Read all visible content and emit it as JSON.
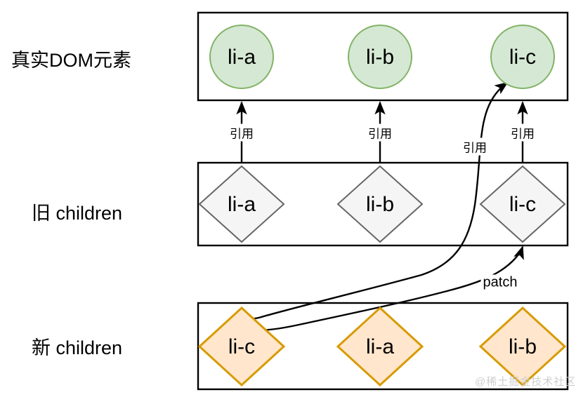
{
  "diagram": {
    "title_hidden": "Virtual DOM diff children comparison",
    "colors": {
      "real_dom_fill": "#d5e8d4",
      "real_dom_stroke": "#82b366",
      "old_children_fill": "#f5f5f5",
      "old_children_stroke": "#666666",
      "new_children_fill": "#ffe6cc",
      "new_children_stroke": "#d79b00",
      "container_stroke": "#000000",
      "edge_stroke": "#000000",
      "text": "#000000",
      "watermark": "#cfcfcf"
    },
    "rows": [
      {
        "id": "real-dom",
        "label": "真实DOM元素",
        "shape": "circle",
        "nodes": [
          {
            "id": "real-li-a",
            "label": "li-a"
          },
          {
            "id": "real-li-b",
            "label": "li-b"
          },
          {
            "id": "real-li-c",
            "label": "li-c"
          }
        ]
      },
      {
        "id": "old-children",
        "label": "旧 children",
        "shape": "diamond",
        "nodes": [
          {
            "id": "old-li-a",
            "label": "li-a"
          },
          {
            "id": "old-li-b",
            "label": "li-b"
          },
          {
            "id": "old-li-c",
            "label": "li-c"
          }
        ]
      },
      {
        "id": "new-children",
        "label": "新 children",
        "shape": "diamond",
        "nodes": [
          {
            "id": "new-li-c",
            "label": "li-c"
          },
          {
            "id": "new-li-a",
            "label": "li-a"
          },
          {
            "id": "new-li-b",
            "label": "li-b"
          }
        ]
      }
    ],
    "edges": [
      {
        "id": "ref-a",
        "label": "引用",
        "from": "old-li-a",
        "to": "real-li-a"
      },
      {
        "id": "ref-b",
        "label": "引用",
        "from": "old-li-b",
        "to": "real-li-b"
      },
      {
        "id": "ref-c",
        "label": "引用",
        "from": "old-li-c",
        "to": "real-li-c"
      },
      {
        "id": "ref-new-c",
        "label": "引用",
        "from": "new-li-c",
        "to": "real-li-c"
      },
      {
        "id": "patch-edge",
        "label": "patch",
        "from": "new-li-c",
        "to": "old-li-c"
      }
    ],
    "watermark": "@稀土掘金技术社区"
  }
}
